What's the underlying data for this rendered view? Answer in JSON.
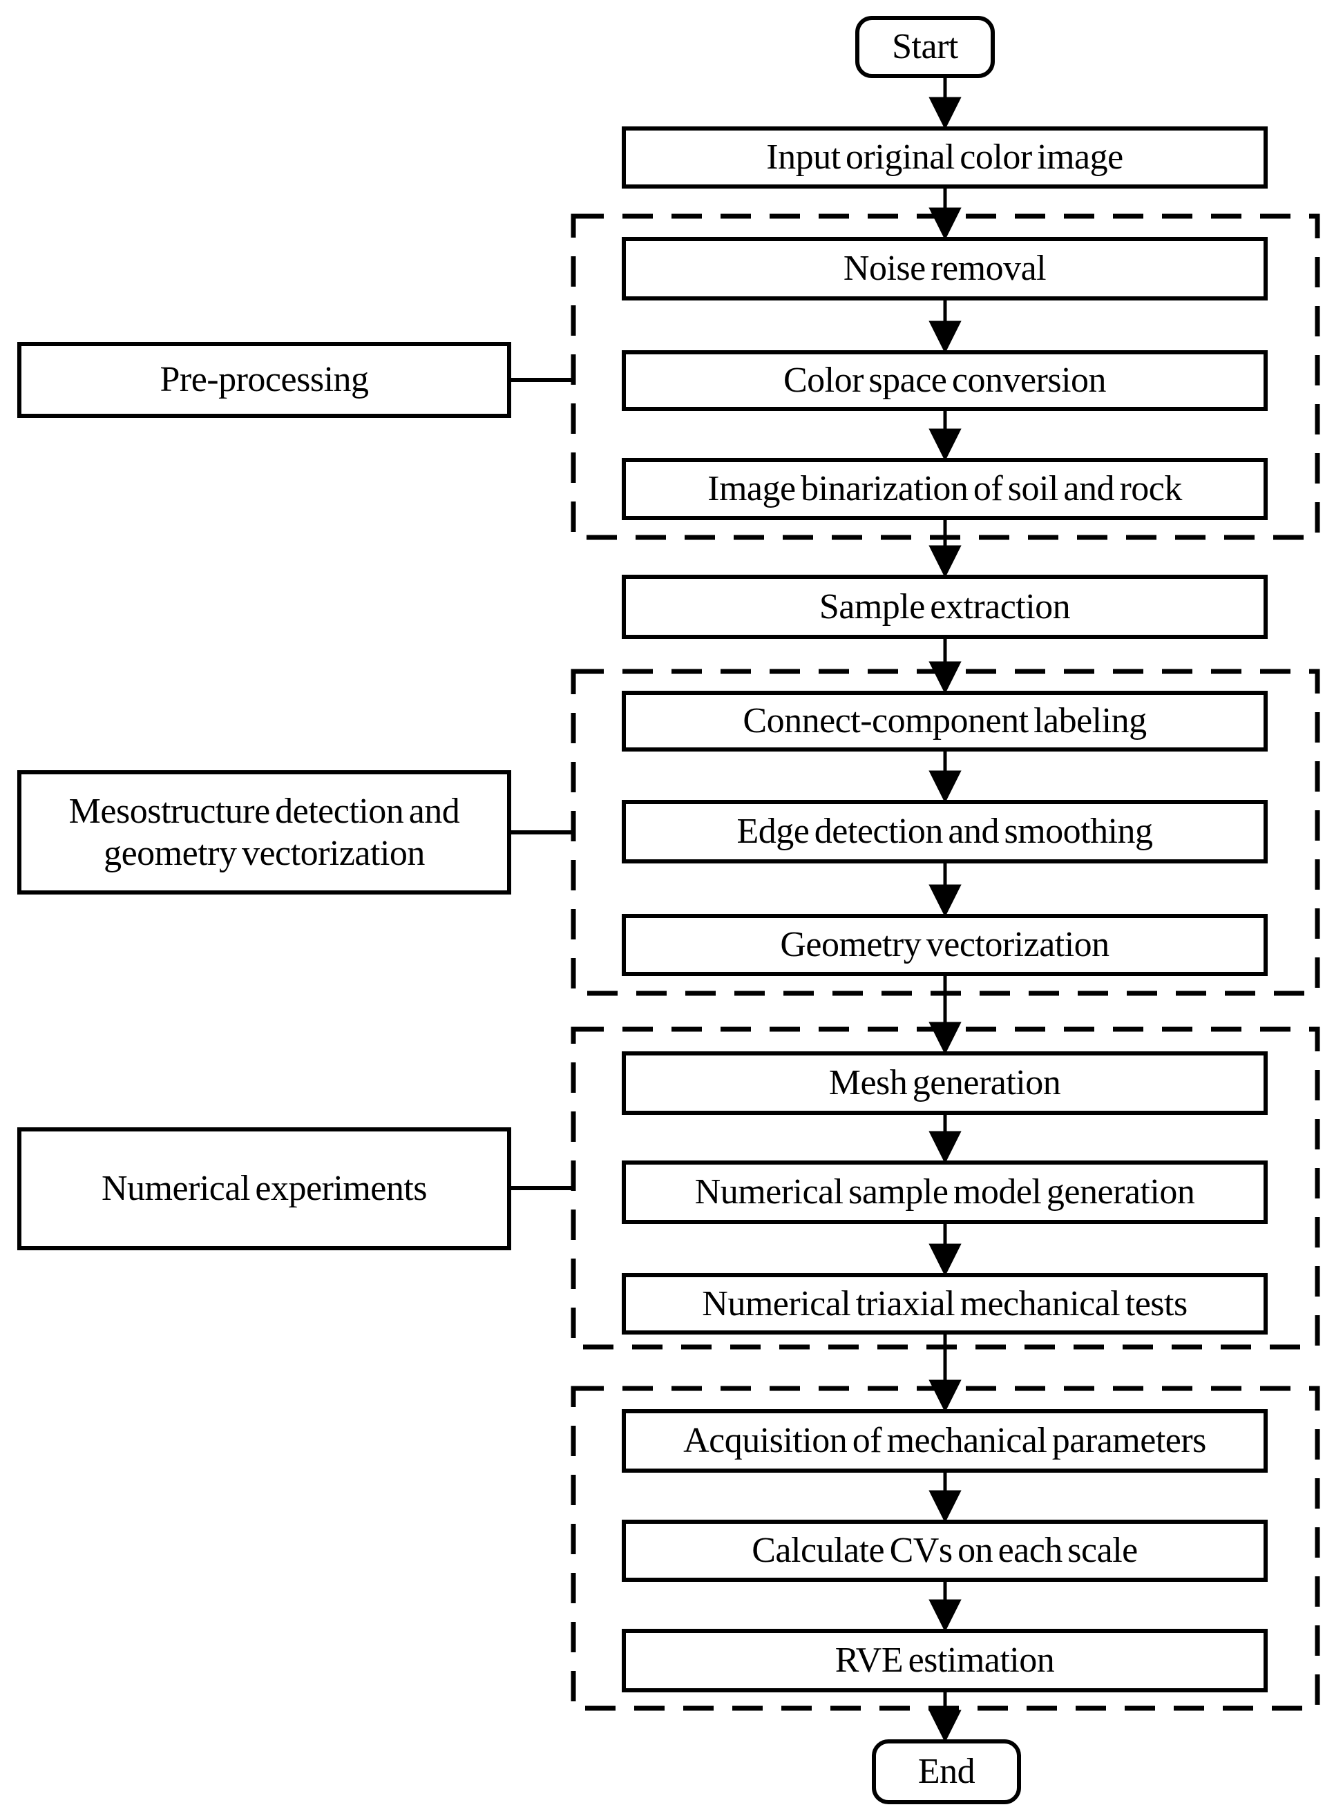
{
  "diagram": {
    "terminals": {
      "start": "Start",
      "end": "End"
    },
    "steps": {
      "input_image": "Input original color image",
      "noise_removal": "Noise removal",
      "color_space_conversion": "Color space conversion",
      "image_binarization": "Image binarization of soil and rock",
      "sample_extraction": "Sample extraction",
      "connect_component_labeling": "Connect-component labeling",
      "edge_detection_smoothing": "Edge detection and smoothing",
      "geometry_vectorization": "Geometry vectorization",
      "mesh_generation": "Mesh generation",
      "numerical_sample_model": "Numerical sample model generation",
      "numerical_triaxial_tests": "Numerical triaxial mechanical tests",
      "acquisition_mechanical_parameters": "Acquisition of mechanical parameters",
      "calculate_cvs": "Calculate CVs on each scale",
      "rve_estimation": "RVE estimation"
    },
    "stage_labels": {
      "preprocessing": "Pre-processing",
      "mesostructure": "Mesostructure detection and\ngeometry vectorization",
      "numerical_experiments": "Numerical experiments"
    },
    "colors": {
      "line": "#000000",
      "background": "#ffffff",
      "text": "#000000"
    }
  }
}
